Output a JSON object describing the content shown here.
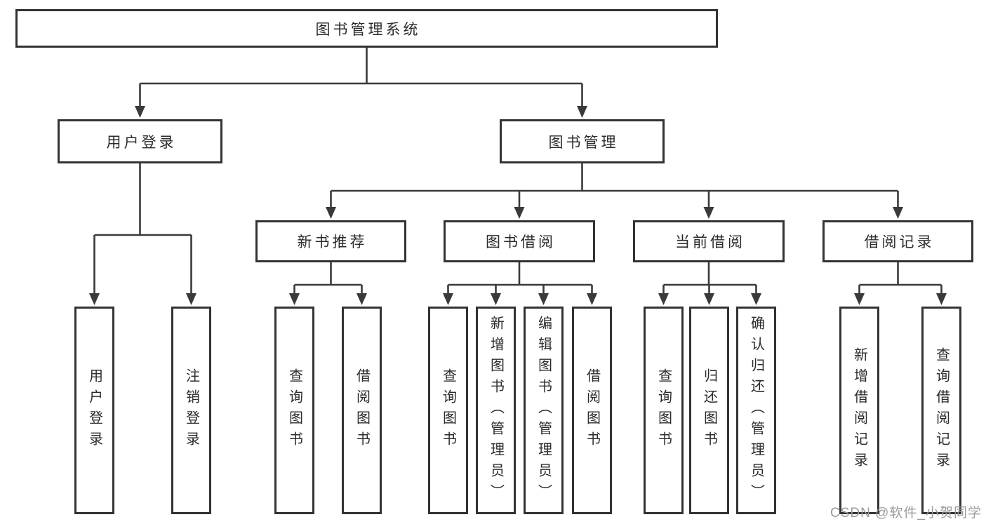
{
  "diagram": {
    "root": {
      "label": "图书管理系统"
    },
    "level2": [
      {
        "label": "用户登录",
        "children": [
          {
            "label": "用户登录"
          },
          {
            "label": "注销登录"
          }
        ]
      },
      {
        "label": "图书管理",
        "children": [
          {
            "label": "新书推荐",
            "children": [
              {
                "label": "查询图书"
              },
              {
                "label": "借阅图书"
              }
            ]
          },
          {
            "label": "图书借阅",
            "children": [
              {
                "label": "查询图书"
              },
              {
                "label": "新增图书（管理员）"
              },
              {
                "label": "编辑图书（管理员）"
              },
              {
                "label": "借阅图书"
              }
            ]
          },
          {
            "label": "当前借阅",
            "children": [
              {
                "label": "查询图书"
              },
              {
                "label": "归还图书"
              },
              {
                "label": "确认归还（管理员）"
              }
            ]
          },
          {
            "label": "借阅记录",
            "children": [
              {
                "label": "新增借阅记录"
              },
              {
                "label": "查询借阅记录"
              }
            ]
          }
        ]
      }
    ]
  },
  "watermark": {
    "text": "CSDN @软件_小贺同学"
  },
  "colors": {
    "line": "#3a3a3a",
    "border": "#333333",
    "fill": "#ffffff",
    "text": "#2b2b2b",
    "watermark": "#9b9b9b",
    "background": "#ffffff"
  }
}
